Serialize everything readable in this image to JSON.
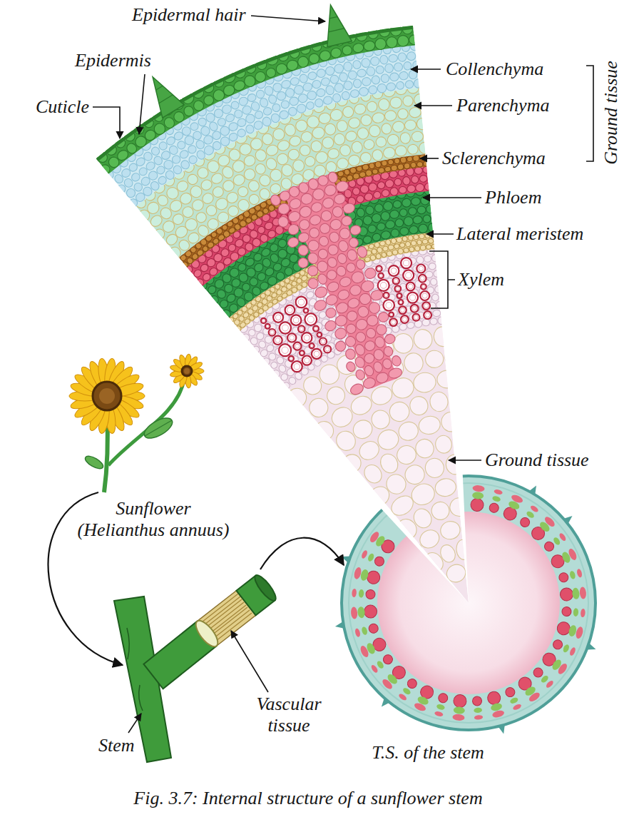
{
  "diagram": {
    "caption": "Fig. 3.7: Internal structure of a sunflower stem",
    "labels": [
      "Epidermal hair",
      "Epidermis",
      "Cuticle",
      "Collenchyma",
      "Parenchyma",
      "Sclerenchyma",
      "Ground tissue",
      "Phloem",
      "Lateral meristem",
      "Xylem",
      "Ground tissue",
      "Sunflower (Helianthus annuus)",
      "Stem",
      "Vascular tissue",
      "T.S. of the stem"
    ]
  }
}
